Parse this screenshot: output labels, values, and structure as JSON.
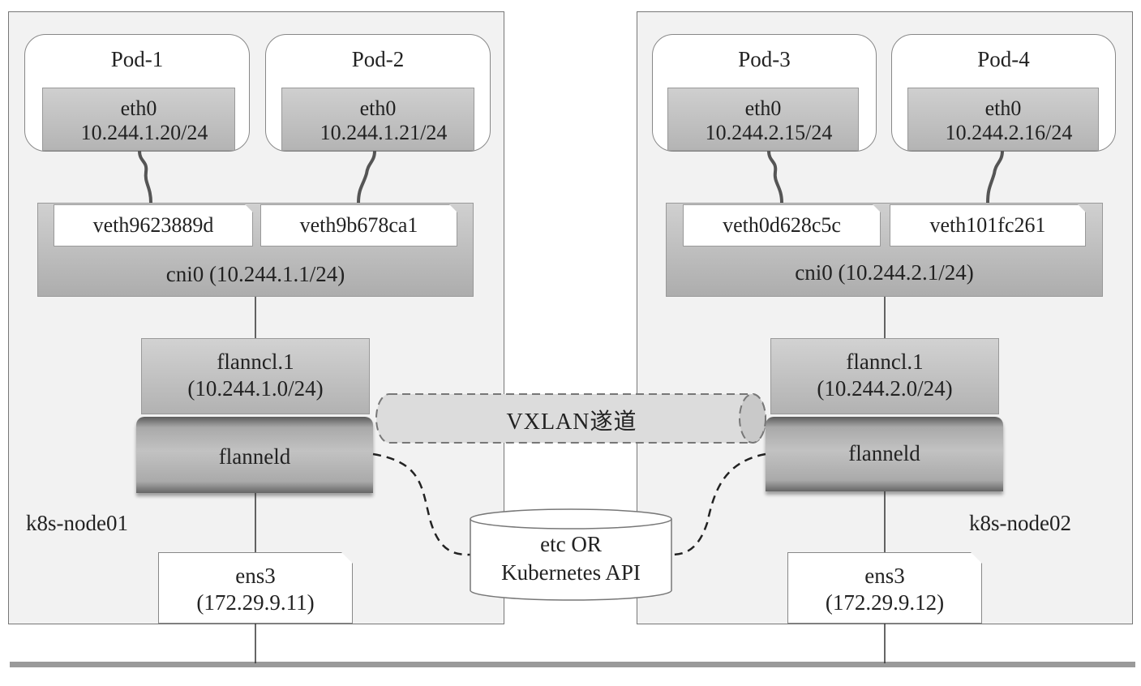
{
  "nodes": [
    {
      "name": "k8s-node01",
      "pods": [
        {
          "title": "Pod-1",
          "iface": "eth0",
          "ip": "10.244.1.20/24"
        },
        {
          "title": "Pod-2",
          "iface": "eth0",
          "ip": "10.244.1.21/24"
        }
      ],
      "veths": [
        "veth9623889d",
        "veth9b678ca1"
      ],
      "cni": "cni0 (10.244.1.1/24)",
      "flannel_iface": "flanncl.1",
      "flannel_subnet": "(10.244.1.0/24)",
      "flanneld": "flanneld",
      "ens": "ens3",
      "ens_ip": "(172.29.9.11)"
    },
    {
      "name": "k8s-node02",
      "pods": [
        {
          "title": "Pod-3",
          "iface": "eth0",
          "ip": "10.244.2.15/24"
        },
        {
          "title": "Pod-4",
          "iface": "eth0",
          "ip": "10.244.2.16/24"
        }
      ],
      "veths": [
        "veth0d628c5c",
        "veth101fc261"
      ],
      "cni": "cni0 (10.244.2.1/24)",
      "flannel_iface": "flanncl.1",
      "flannel_subnet": "(10.244.2.0/24)",
      "flanneld": "flanneld",
      "ens": "ens3",
      "ens_ip": "(172.29.9.12)"
    }
  ],
  "tunnel": {
    "label": "VXLAN遂道"
  },
  "store": {
    "line1": "etc OR",
    "line2": "Kubernetes API"
  }
}
